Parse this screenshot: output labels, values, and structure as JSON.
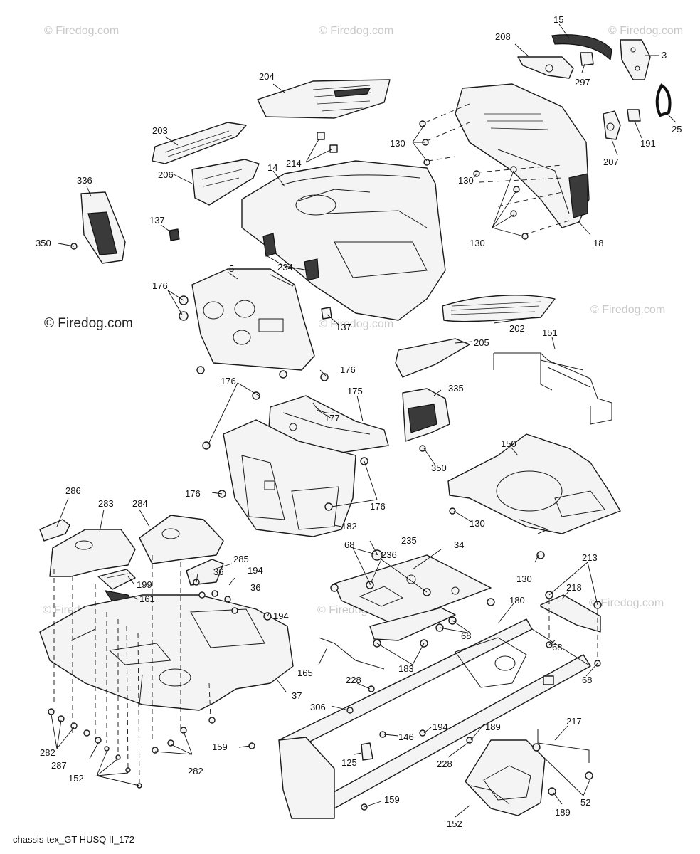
{
  "watermarks": {
    "light": "© Firedog.com",
    "dark": "© Firedog.com"
  },
  "footer_caption": "chassis-tex_GT HUSQ II_172",
  "callouts": [
    {
      "id": "c15",
      "text": "15"
    },
    {
      "id": "c208",
      "text": "208"
    },
    {
      "id": "c3",
      "text": "3"
    },
    {
      "id": "c297",
      "text": "297"
    },
    {
      "id": "c204",
      "text": "204"
    },
    {
      "id": "c25",
      "text": "25"
    },
    {
      "id": "c191",
      "text": "191"
    },
    {
      "id": "c207",
      "text": "207"
    },
    {
      "id": "c203",
      "text": "203"
    },
    {
      "id": "c130a",
      "text": "130"
    },
    {
      "id": "c214",
      "text": "214"
    },
    {
      "id": "c14",
      "text": "14"
    },
    {
      "id": "c130b",
      "text": "130"
    },
    {
      "id": "c336",
      "text": "336"
    },
    {
      "id": "c206",
      "text": "206"
    },
    {
      "id": "c137a",
      "text": "137"
    },
    {
      "id": "c350a",
      "text": "350"
    },
    {
      "id": "c130c",
      "text": "130"
    },
    {
      "id": "c18",
      "text": "18"
    },
    {
      "id": "c234",
      "text": "234"
    },
    {
      "id": "c5",
      "text": "5"
    },
    {
      "id": "c176a",
      "text": "176"
    },
    {
      "id": "c137b",
      "text": "137"
    },
    {
      "id": "c202",
      "text": "202"
    },
    {
      "id": "c151",
      "text": "151"
    },
    {
      "id": "c205",
      "text": "205"
    },
    {
      "id": "c176b",
      "text": "176"
    },
    {
      "id": "c176c",
      "text": "176"
    },
    {
      "id": "c175",
      "text": "175"
    },
    {
      "id": "c335",
      "text": "335"
    },
    {
      "id": "c177",
      "text": "177"
    },
    {
      "id": "c150",
      "text": "150"
    },
    {
      "id": "c350b",
      "text": "350"
    },
    {
      "id": "c176d",
      "text": "176"
    },
    {
      "id": "c176e",
      "text": "176"
    },
    {
      "id": "c130d",
      "text": "130"
    },
    {
      "id": "c286",
      "text": "286"
    },
    {
      "id": "c283",
      "text": "283"
    },
    {
      "id": "c284",
      "text": "284"
    },
    {
      "id": "c182",
      "text": "182"
    },
    {
      "id": "c235",
      "text": "235"
    },
    {
      "id": "c68a",
      "text": "68"
    },
    {
      "id": "c236",
      "text": "236"
    },
    {
      "id": "c34",
      "text": "34"
    },
    {
      "id": "c285",
      "text": "285"
    },
    {
      "id": "c194a",
      "text": "194"
    },
    {
      "id": "c36a",
      "text": "36"
    },
    {
      "id": "c36b",
      "text": "36"
    },
    {
      "id": "c199",
      "text": "199"
    },
    {
      "id": "c161",
      "text": "161"
    },
    {
      "id": "c130e",
      "text": "130"
    },
    {
      "id": "c213",
      "text": "213"
    },
    {
      "id": "c218",
      "text": "218"
    },
    {
      "id": "c194b",
      "text": "194"
    },
    {
      "id": "c180",
      "text": "180"
    },
    {
      "id": "c68b",
      "text": "68"
    },
    {
      "id": "c68c",
      "text": "68"
    },
    {
      "id": "c165",
      "text": "165"
    },
    {
      "id": "c183",
      "text": "183"
    },
    {
      "id": "c68d",
      "text": "68"
    },
    {
      "id": "c228a",
      "text": "228"
    },
    {
      "id": "c37",
      "text": "37"
    },
    {
      "id": "c306",
      "text": "306"
    },
    {
      "id": "c194c",
      "text": "194"
    },
    {
      "id": "c217",
      "text": "217"
    },
    {
      "id": "c146",
      "text": "146"
    },
    {
      "id": "c189a",
      "text": "189"
    },
    {
      "id": "c282a",
      "text": "282"
    },
    {
      "id": "c287",
      "text": "287"
    },
    {
      "id": "c159a",
      "text": "159"
    },
    {
      "id": "c125",
      "text": "125"
    },
    {
      "id": "c228b",
      "text": "228"
    },
    {
      "id": "c282b",
      "text": "282"
    },
    {
      "id": "c152a",
      "text": "152"
    },
    {
      "id": "c52",
      "text": "52"
    },
    {
      "id": "c159b",
      "text": "159"
    },
    {
      "id": "c189b",
      "text": "189"
    },
    {
      "id": "c152b",
      "text": "152"
    }
  ]
}
